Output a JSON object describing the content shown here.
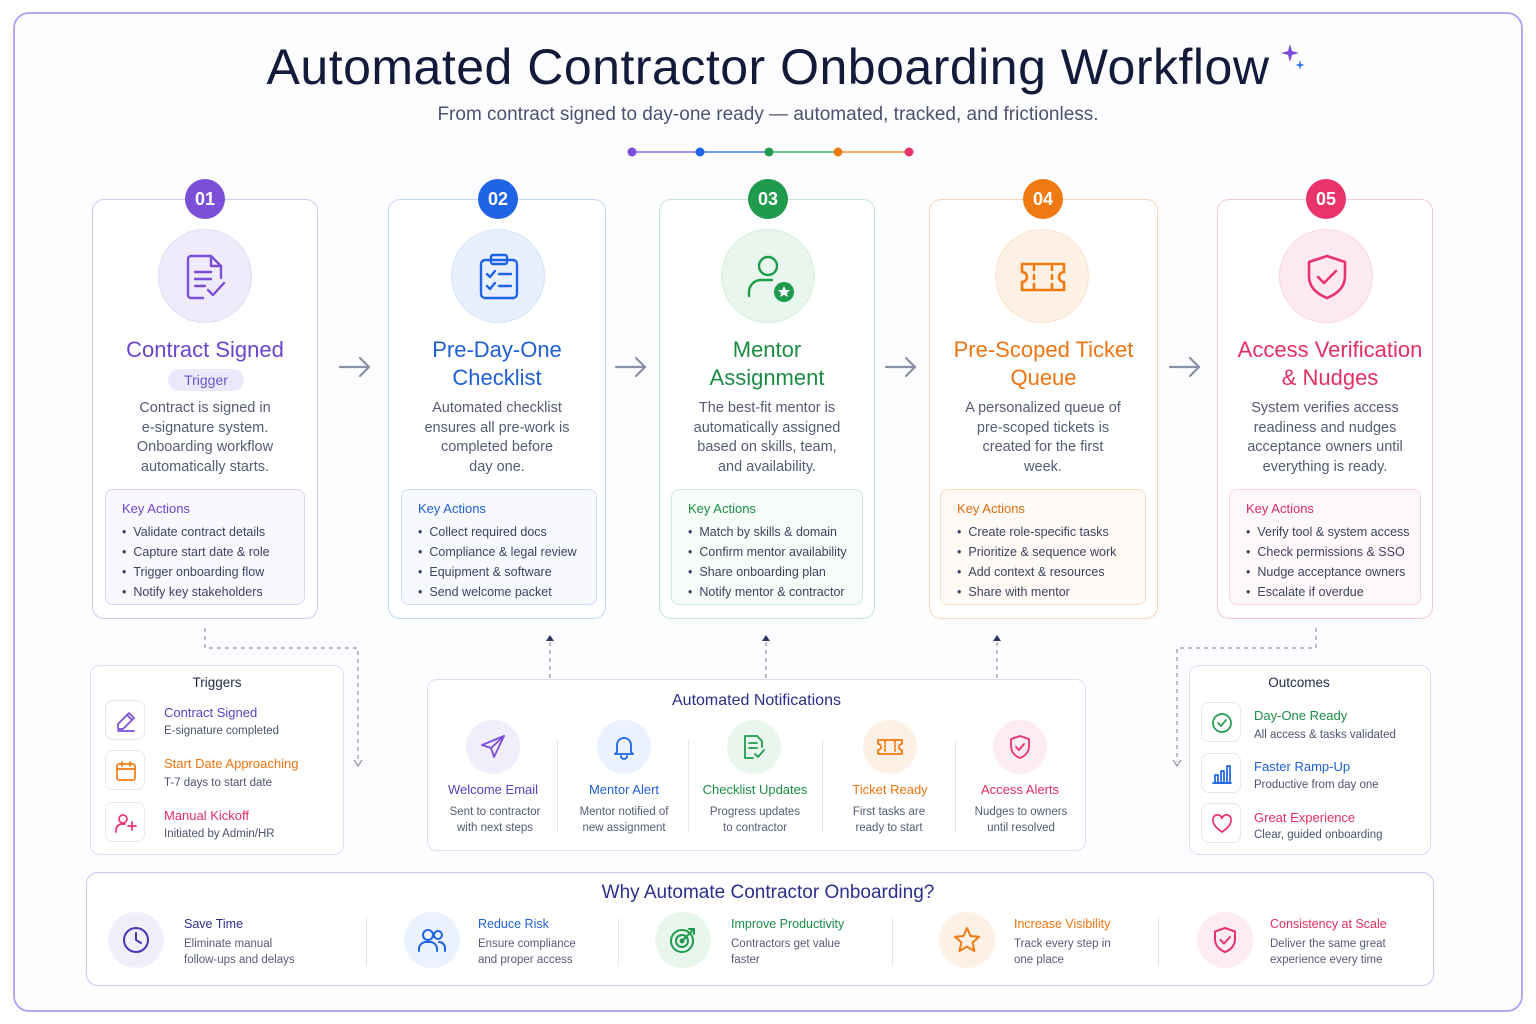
{
  "header": {
    "title": "Automated Contractor Onboarding Workflow",
    "subtitle": "From contract signed to day-one ready — automated, tracked, and frictionless."
  },
  "colors": {
    "purple": "#7b4fd8",
    "blue": "#1f63e6",
    "green": "#1e9b4c",
    "orange": "#f07a12",
    "pink": "#e8336b"
  },
  "steps": [
    {
      "number": "01",
      "title": "Contract Signed",
      "tag": "Trigger",
      "icon": "document-check-icon",
      "description": [
        "Contract is signed in",
        "e-signature system.",
        "Onboarding workflow",
        "automatically starts."
      ],
      "key_actions_label": "Key Actions",
      "key_actions": [
        "Validate contract details",
        "Capture start date & role",
        "Trigger onboarding flow",
        "Notify key stakeholders"
      ]
    },
    {
      "number": "02",
      "title_lines": [
        "Pre-Day-One",
        "Checklist"
      ],
      "icon": "clipboard-checklist-icon",
      "description": [
        "Automated checklist",
        "ensures all pre-work is",
        "completed before",
        "day one."
      ],
      "key_actions_label": "Key Actions",
      "key_actions": [
        "Collect required docs",
        "Compliance & legal review",
        "Equipment & software",
        "Send welcome packet"
      ]
    },
    {
      "number": "03",
      "title_lines": [
        "Mentor",
        "Assignment"
      ],
      "icon": "user-star-icon",
      "description": [
        "The best-fit mentor is",
        "automatically assigned",
        "based on skills, team,",
        "and availability."
      ],
      "key_actions_label": "Key Actions",
      "key_actions": [
        "Match by skills & domain",
        "Confirm mentor availability",
        "Share onboarding plan",
        "Notify mentor & contractor"
      ]
    },
    {
      "number": "04",
      "title_lines": [
        "Pre-Scoped Ticket",
        "Queue"
      ],
      "icon": "ticket-icon",
      "description": [
        "A personalized queue of",
        "pre-scoped tickets is",
        "created for the first",
        "week."
      ],
      "key_actions_label": "Key Actions",
      "key_actions": [
        "Create role-specific tasks",
        "Prioritize & sequence work",
        "Add context & resources",
        "Share with mentor"
      ]
    },
    {
      "number": "05",
      "title_lines": [
        "Access Verification",
        "& Nudges"
      ],
      "icon": "shield-check-icon",
      "description": [
        "System verifies access",
        "readiness and nudges",
        "acceptance owners until",
        "everything is ready."
      ],
      "key_actions_label": "Key Actions",
      "key_actions": [
        "Verify tool & system access",
        "Check permissions & SSO",
        "Nudge acceptance owners",
        "Escalate if overdue"
      ]
    }
  ],
  "triggers": {
    "title": "Triggers",
    "items": [
      {
        "title": "Contract Signed",
        "sub": "E-signature completed",
        "icon": "pen-icon"
      },
      {
        "title": "Start Date Approaching",
        "sub": "T-7 days to start date",
        "icon": "calendar-icon"
      },
      {
        "title": "Manual Kickoff",
        "sub": "Initiated by Admin/HR",
        "icon": "user-plus-icon"
      }
    ]
  },
  "notifications": {
    "title": "Automated Notifications",
    "items": [
      {
        "title": "Welcome Email",
        "sub": [
          "Sent to contractor",
          "with next steps"
        ],
        "icon": "paper-plane-icon"
      },
      {
        "title": "Mentor Alert",
        "sub": [
          "Mentor notified of",
          "new assignment"
        ],
        "icon": "bell-icon"
      },
      {
        "title": "Checklist Updates",
        "sub": [
          "Progress updates",
          "to contractor"
        ],
        "icon": "checklist-icon"
      },
      {
        "title": "Ticket Ready",
        "sub": [
          "First tasks are",
          "ready to start"
        ],
        "icon": "ticket-icon"
      },
      {
        "title": "Access Alerts",
        "sub": [
          "Nudges to owners",
          "until resolved"
        ],
        "icon": "shield-check-icon"
      }
    ]
  },
  "outcomes": {
    "title": "Outcomes",
    "items": [
      {
        "title": "Day-One Ready",
        "sub": "All access & tasks validated",
        "icon": "check-circle-icon"
      },
      {
        "title": "Faster Ramp-Up",
        "sub": "Productive from day one",
        "icon": "bar-chart-icon"
      },
      {
        "title": "Great Experience",
        "sub": "Clear, guided onboarding",
        "icon": "heart-icon"
      }
    ]
  },
  "why": {
    "title": "Why Automate Contractor Onboarding?",
    "items": [
      {
        "title": "Save Time",
        "sub": [
          "Eliminate manual",
          "follow-ups and delays"
        ],
        "icon": "clock-icon"
      },
      {
        "title": "Reduce Risk",
        "sub": [
          "Ensure compliance",
          "and proper access"
        ],
        "icon": "users-icon"
      },
      {
        "title": "Improve Productivity",
        "sub": [
          "Contractors get value",
          "faster"
        ],
        "icon": "target-icon"
      },
      {
        "title": "Increase Visibility",
        "sub": [
          "Track every step in",
          "one place"
        ],
        "icon": "star-icon"
      },
      {
        "title": "Consistency at Scale",
        "sub": [
          "Deliver the same great",
          "experience every time"
        ],
        "icon": "shield-check-icon"
      }
    ]
  }
}
